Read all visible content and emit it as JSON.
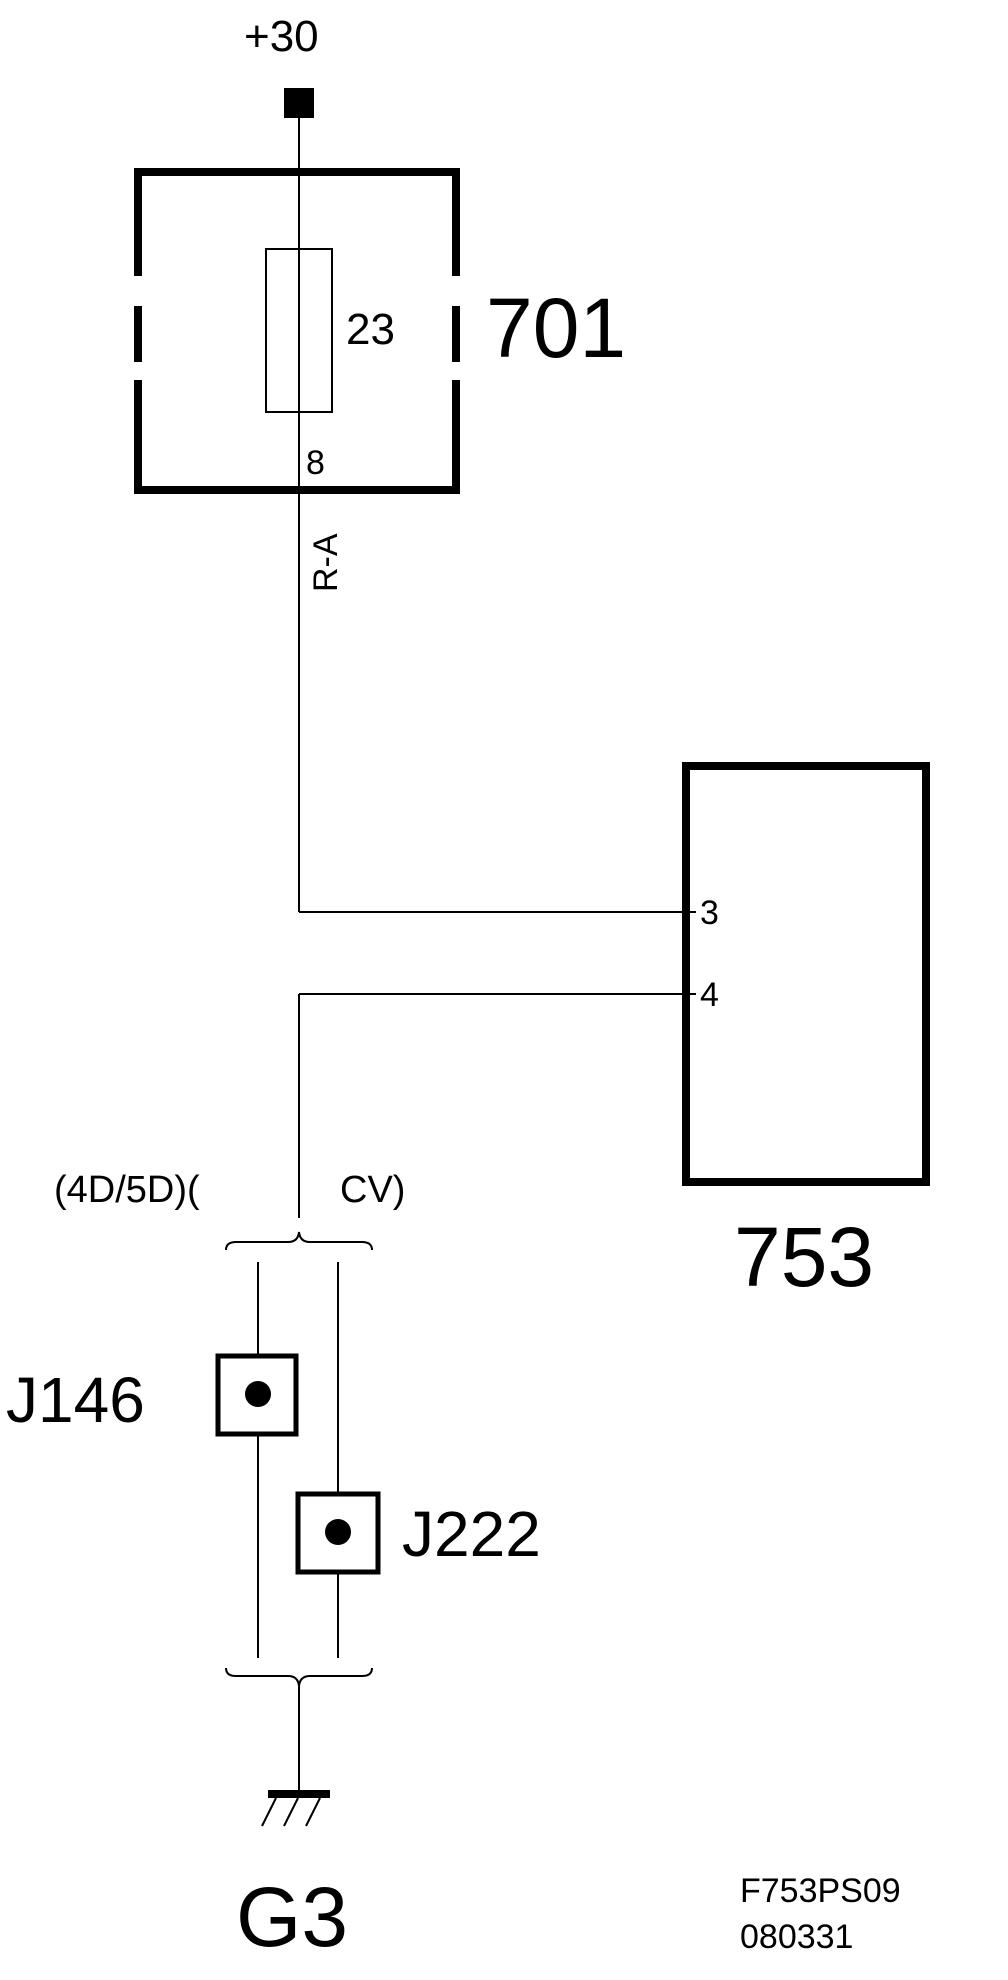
{
  "supply": {
    "label": "+30"
  },
  "fuse_box": {
    "id": "701",
    "fuse_number": "23",
    "pin": "8"
  },
  "wire": {
    "color_code": "R-A"
  },
  "module": {
    "id": "753",
    "pin_a": "3",
    "pin_b": "4"
  },
  "variants": {
    "left": "(4D/5D)(",
    "right": "CV)"
  },
  "junctions": {
    "j1": "J146",
    "j2": "J222"
  },
  "ground": {
    "id": "G3"
  },
  "footer": {
    "code": "F753PS09",
    "date": "080331"
  }
}
